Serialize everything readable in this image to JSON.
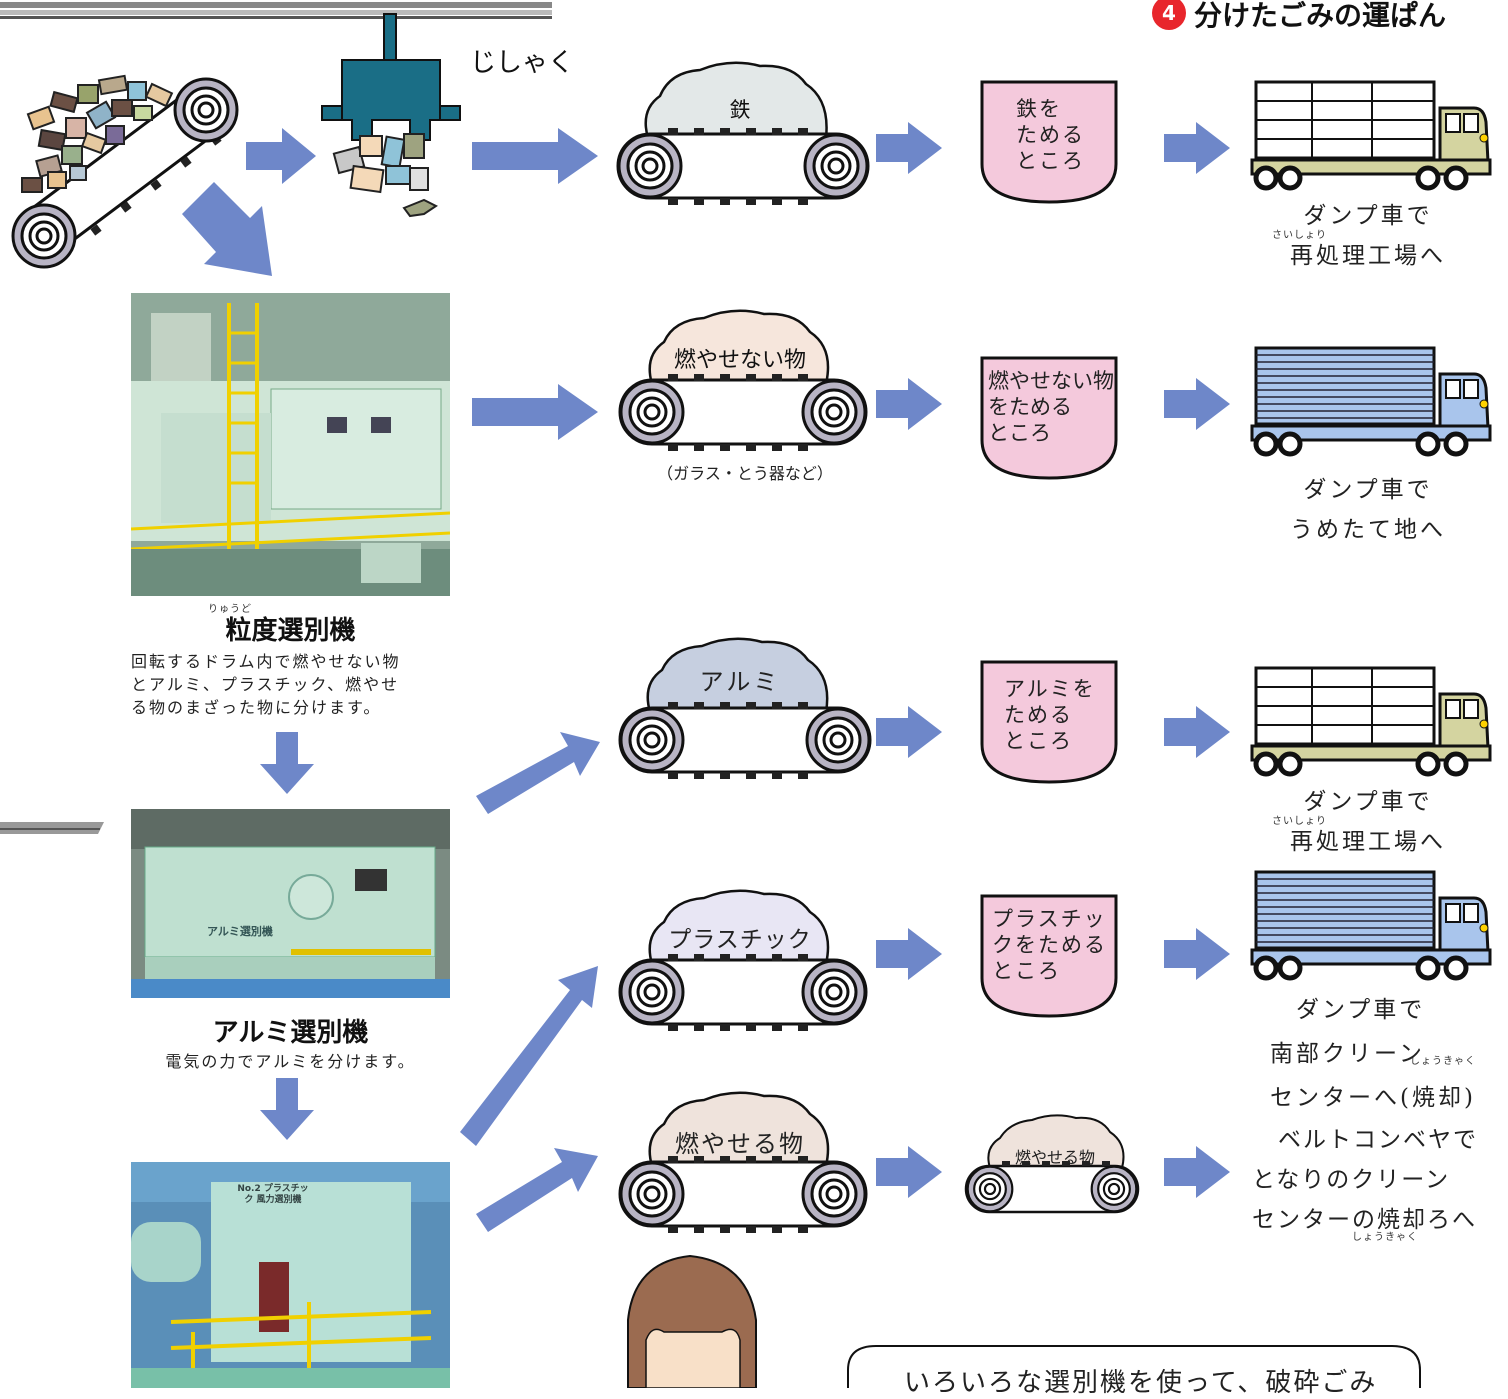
{
  "header": {
    "badge": "4",
    "title": "分けたごみの運ぱん",
    "magnet_label": "じしゃく"
  },
  "machines": [
    {
      "title": "粒度選別機",
      "ruby": "りゅうど",
      "desc_lines": [
        "回転するドラム内で燃やせない物",
        "とアルミ、プラスチック、燃やせ",
        "る物のまざった物に分けます。"
      ]
    },
    {
      "title": "アルミ選別機",
      "desc_lines": [
        "電気の力でアルミを分けます。"
      ]
    }
  ],
  "photos": {
    "aluminum_plate": "アルミ選別機",
    "plastic_plate": "No.2 プラスチック 風力選別機"
  },
  "rows": [
    {
      "material": "鉄",
      "bin_lines": [
        "鉄を",
        "ためる",
        "ところ"
      ],
      "dest_lines": [
        "ダンプ車で",
        "再処理工場へ"
      ],
      "ruby": "さいしょり",
      "truck": "yellow"
    },
    {
      "material": "燃やせない物",
      "note": "（ガラス・とう器など）",
      "bin_lines": [
        "燃やせない物",
        "をためる",
        "ところ"
      ],
      "dest_lines": [
        "ダンプ車で",
        "うめたて地へ"
      ],
      "truck": "blue"
    },
    {
      "material": "アルミ",
      "bin_lines": [
        "アルミを",
        "ためる",
        "ところ"
      ],
      "dest_lines": [
        "ダンプ車で",
        "再処理工場へ"
      ],
      "ruby": "さいしょり",
      "truck": "yellow"
    },
    {
      "material": "プラスチック",
      "bin_lines": [
        "プラスチッ",
        "クをためる",
        "ところ"
      ],
      "dest_lines": [
        "ダンプ車で",
        "南部クリーン",
        "センターへ(焼却)"
      ],
      "ruby": "しょうきゃく",
      "truck": "blue"
    },
    {
      "material": "燃やせる物",
      "small_material": "燃やせる物",
      "dest_lines": [
        "ベルトコンベヤで",
        "となりのクリーン",
        "センターの焼却ろへ"
      ],
      "ruby": "しょうきゃく"
    }
  ],
  "speech": "いろいろな選別機を使って、破砕ごみ",
  "colors": {
    "arrow": "#6e87c9",
    "bin": "#f4c9dc",
    "badge": "#e8262c",
    "steel_pile": "#e3e8e8",
    "nonburn_pile": "#f6e6dc",
    "alu_pile": "#c6cfe0",
    "plastic_pile": "#e8e6f4",
    "burn_pile": "#efe3dc",
    "magnet": "#1a6e86",
    "truck_yellow_cab": "#d4d4a0",
    "truck_blue_cab": "#a9c5ec"
  }
}
